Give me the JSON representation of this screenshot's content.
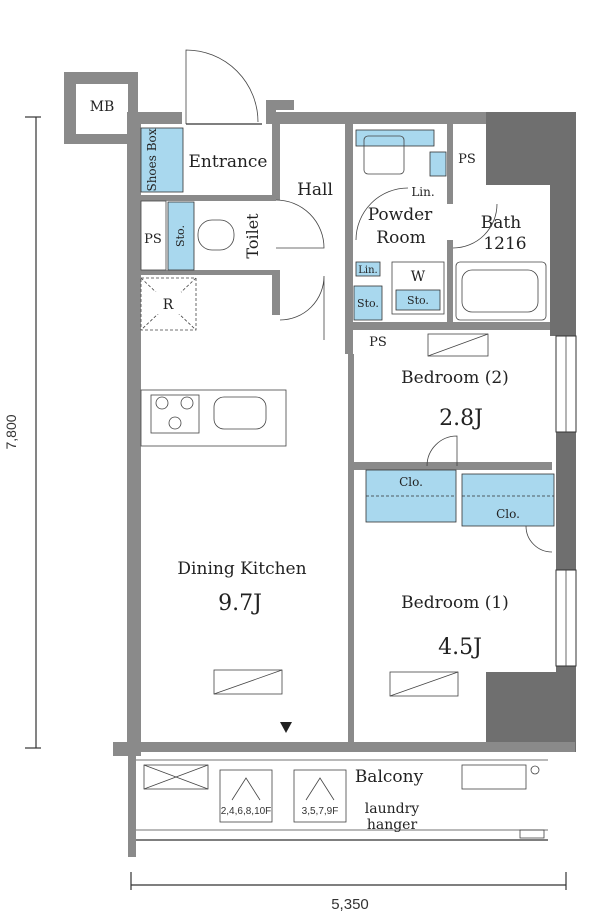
{
  "rooms": {
    "mb": "MB",
    "shoes_box": "Shoes Box",
    "entrance": "Entrance",
    "hall": "Hall",
    "ps_top": "PS",
    "ps_left": "PS",
    "ps_bedroom": "PS",
    "storage": "Sto.",
    "toilet": "Toilet",
    "powder_room_1": "Powder",
    "powder_room_2": "Room",
    "linen": "Lin.",
    "bath_1": "Bath",
    "bath_2": "1216",
    "washer": "W",
    "refrigerator": "R",
    "bedroom2_name": "Bedroom (2)",
    "bedroom2_size": "2.8J",
    "closet": "Clo.",
    "dining_kitchen_name": "Dining Kitchen",
    "dining_kitchen_size": "9.7J",
    "bedroom1_name": "Bedroom (1)",
    "bedroom1_size": "4.5J",
    "balcony": "Balcony",
    "laundry_1": "laundry",
    "laundry_2": "hanger",
    "ac_label": "2,4,6,8,10F",
    "ac_label_2": "3,5,7,9F"
  },
  "dimensions": {
    "height": "7,800",
    "width": "5,350"
  },
  "colors": {
    "wall": "#8a8a8a",
    "storage": "#a9d8ee"
  }
}
